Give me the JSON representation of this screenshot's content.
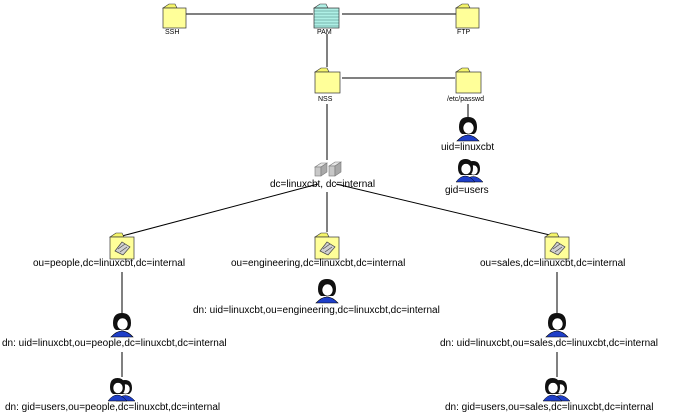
{
  "diagram": {
    "top_row": {
      "ssh": {
        "label": "SSH",
        "icon": "folder-icon"
      },
      "pam": {
        "label": "PAM",
        "icon": "striped-folder-icon"
      },
      "ftp": {
        "label": "FTP",
        "icon": "folder-icon"
      }
    },
    "nss": {
      "label": "NSS",
      "icon": "folder-icon"
    },
    "passwd": {
      "label": "/etc/passwd",
      "icon": "folder-icon",
      "user_label": "uid=linuxcbt",
      "group_label": "gid=users"
    },
    "ldap_root": {
      "label": "dc=linuxcbt, dc=internal",
      "icon": "ldap-server-icon"
    },
    "ou_people": {
      "label": "ou=people,dc=linuxcbt,dc=internal",
      "user_label": "dn: uid=linuxcbt,ou=people,dc=linuxcbt,dc=internal",
      "group_label": "dn: gid=users,ou=people,dc=linuxcbt,dc=internal"
    },
    "ou_engineering": {
      "label": "ou=engineering,dc=linuxcbt,dc=internal",
      "user_label": "dn: uid=linuxcbt,ou=engineering,dc=linuxcbt,dc=internal"
    },
    "ou_sales": {
      "label": "ou=sales,dc=linuxcbt,dc=internal",
      "user_label": "dn: uid=linuxcbt,ou=sales,dc=linuxcbt,dc=internal",
      "group_label": "dn: gid=users,ou=sales,dc=linuxcbt,dc=internal"
    },
    "colors": {
      "folder_fill": "#ffff99",
      "folder_tab": "#f5f56a",
      "pam_fill": "#aff0e6",
      "line": "#000000",
      "shirt": "#1f3fc8",
      "skin": "#ffffff",
      "server": "#c8c8c8"
    }
  }
}
